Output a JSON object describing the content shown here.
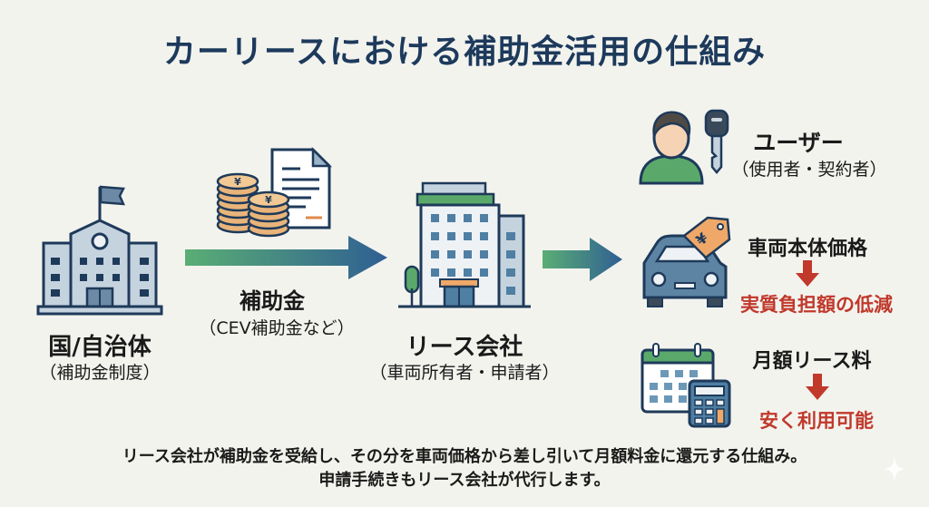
{
  "title": "カーリースにおける補助金活用の仕組み",
  "government": {
    "label": "国/自治体",
    "sub": "（補助金制度）",
    "icon": "government-building-icon"
  },
  "subsidy": {
    "label": "補助金",
    "sub": "（CEV補助金など）",
    "icons": [
      "yen-coins-icon",
      "document-icon"
    ],
    "currency_symbol": "¥"
  },
  "lease_company": {
    "label": "リース会社",
    "sub": "（車両所有者・申請者）",
    "icon": "office-building-icon"
  },
  "user": {
    "label": "ユーザー",
    "sub": "（使用者・契約者）",
    "icons": [
      "person-icon",
      "car-key-icon"
    ]
  },
  "benefits": [
    {
      "label": "車両本体価格",
      "result": "実質負担額の低減",
      "icon": "car-price-tag-icon",
      "currency_symbol": "¥"
    },
    {
      "label": "月額リース料",
      "result": "安く利用可能",
      "icon": "calendar-calculator-icon"
    }
  ],
  "footer": {
    "line1": "リース会社が補助金を受給し、その分を車両価格から差し引いて月額料金に還元する仕組み。",
    "line2": "申請手続きもリース会社が代行します。"
  },
  "colors": {
    "background": "#f3f3ee",
    "title": "#1d3a5c",
    "navy_outline": "#1e3a5a",
    "building_fill": "#c5d3df",
    "window_blue": "#4f7fa3",
    "green": "#5aa96b",
    "orange": "#f0a868",
    "red": "#c0392b",
    "arrow_start": "#5aae74",
    "arrow_end": "#2f5f93"
  }
}
